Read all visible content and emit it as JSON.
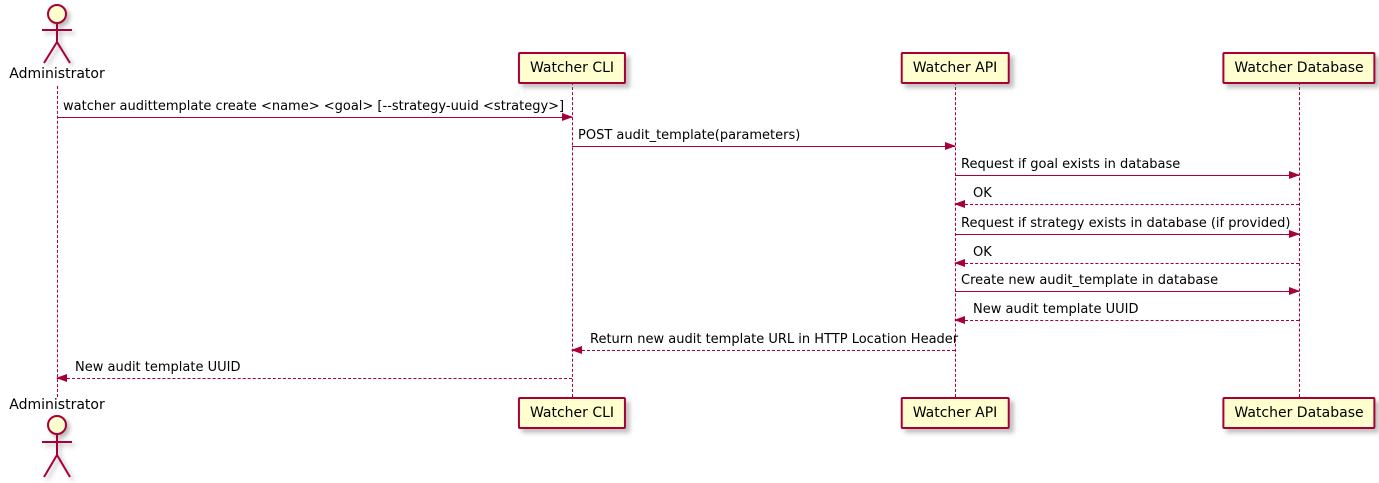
{
  "colors": {
    "accent": "#A80036",
    "participant_fill": "#FEFECE",
    "text": "#000000",
    "background": "#FFFFFF"
  },
  "actor": {
    "label": "Administrator"
  },
  "participants": [
    {
      "label": "Watcher CLI"
    },
    {
      "label": "Watcher API"
    },
    {
      "label": "Watcher Database"
    }
  ],
  "messages": [
    {
      "from": "Administrator",
      "to": "Watcher CLI",
      "style": "solid",
      "direction": "right",
      "text": "watcher audittemplate create <name> <goal> [--strategy-uuid <strategy>]"
    },
    {
      "from": "Watcher CLI",
      "to": "Watcher API",
      "style": "solid",
      "direction": "right",
      "text": "POST audit_template(parameters)"
    },
    {
      "from": "Watcher API",
      "to": "Watcher Database",
      "style": "solid",
      "direction": "right",
      "text": "Request if goal exists in database"
    },
    {
      "from": "Watcher Database",
      "to": "Watcher API",
      "style": "dashed",
      "direction": "left",
      "text": "OK"
    },
    {
      "from": "Watcher API",
      "to": "Watcher Database",
      "style": "solid",
      "direction": "right",
      "text": "Request if strategy exists in database (if provided)"
    },
    {
      "from": "Watcher Database",
      "to": "Watcher API",
      "style": "dashed",
      "direction": "left",
      "text": "OK"
    },
    {
      "from": "Watcher API",
      "to": "Watcher Database",
      "style": "solid",
      "direction": "right",
      "text": "Create new audit_template in database"
    },
    {
      "from": "Watcher Database",
      "to": "Watcher API",
      "style": "dashed",
      "direction": "left",
      "text": "New audit template UUID"
    },
    {
      "from": "Watcher API",
      "to": "Watcher CLI",
      "style": "dashed",
      "direction": "left",
      "text": "Return new audit template URL in HTTP Location Header"
    },
    {
      "from": "Watcher CLI",
      "to": "Administrator",
      "style": "dashed",
      "direction": "left",
      "text": "New audit template UUID"
    }
  ]
}
